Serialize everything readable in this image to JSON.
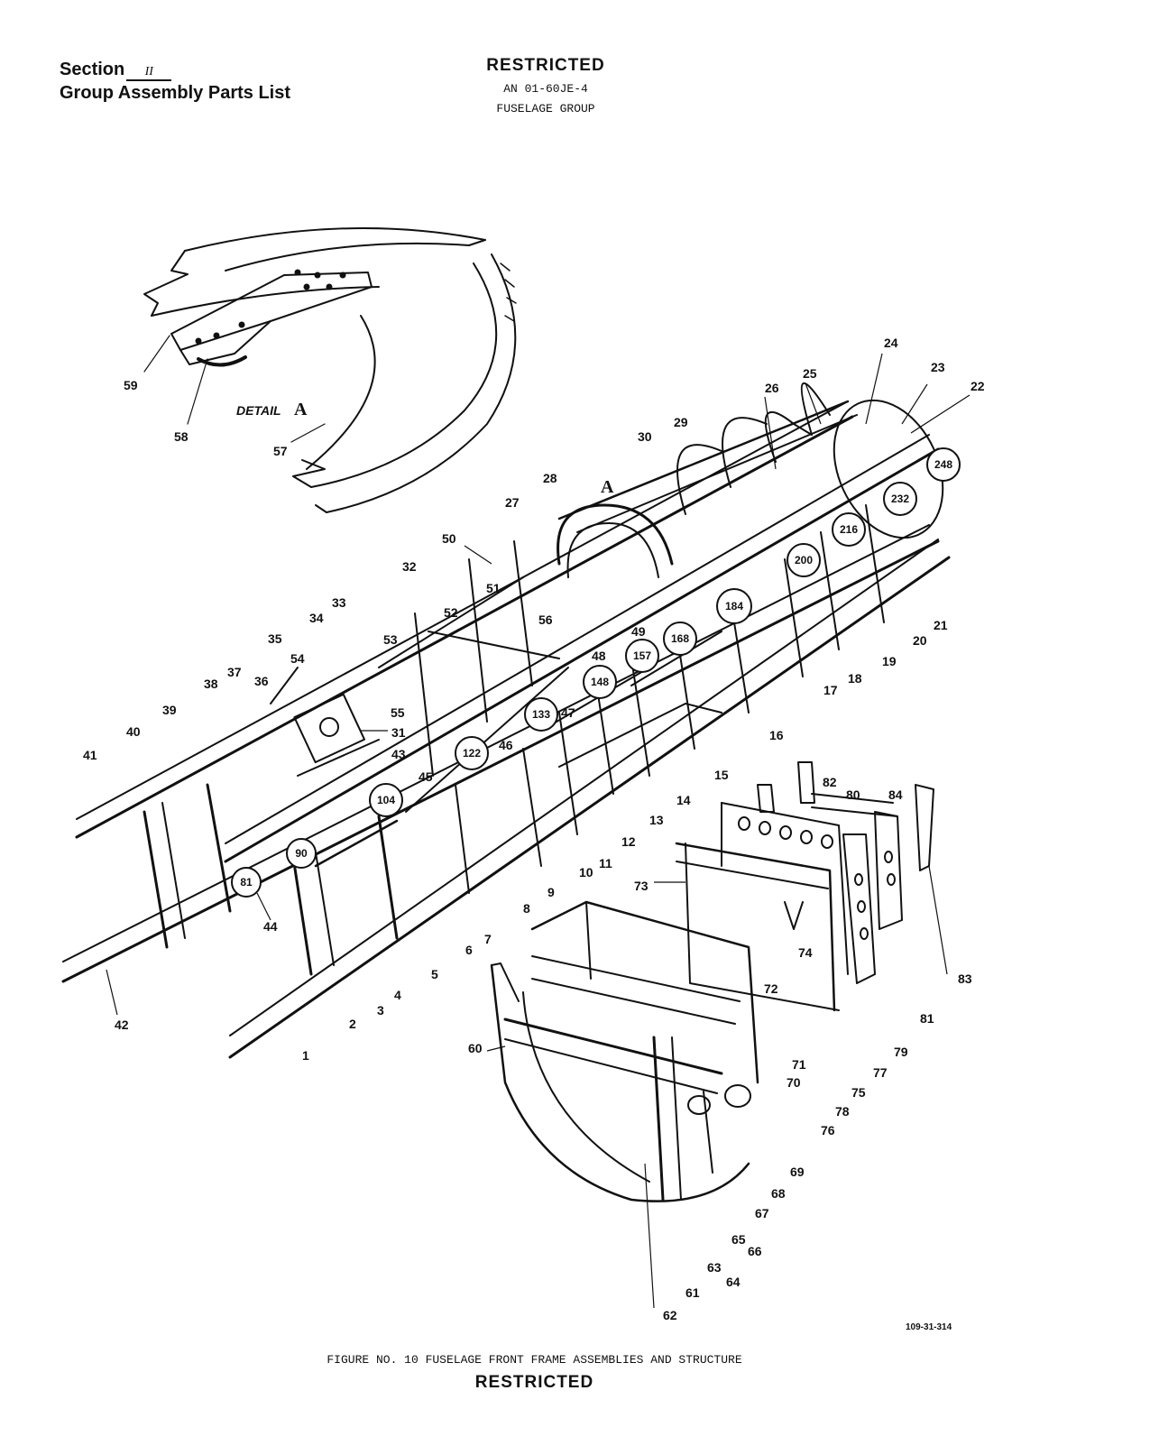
{
  "header": {
    "section_label": "Section",
    "section_value": "II",
    "subtitle": "Group Assembly Parts List",
    "classification": "RESTRICTED",
    "document_number": "AN 01-60JE-4",
    "group_name": "FUSELAGE GROUP"
  },
  "detail": {
    "label": "DETAIL",
    "letter": "A",
    "marker": "A"
  },
  "callouts": [
    "81",
    "90",
    "104",
    "122",
    "133",
    "148",
    "157",
    "168",
    "184",
    "200",
    "216",
    "232",
    "248"
  ],
  "part_numbers": [
    "1",
    "2",
    "3",
    "4",
    "5",
    "6",
    "7",
    "8",
    "9",
    "10",
    "11",
    "12",
    "13",
    "14",
    "15",
    "16",
    "17",
    "18",
    "19",
    "20",
    "21",
    "22",
    "23",
    "24",
    "25",
    "26",
    "27",
    "28",
    "29",
    "30",
    "31",
    "32",
    "33",
    "34",
    "35",
    "36",
    "37",
    "38",
    "39",
    "40",
    "41",
    "42",
    "43",
    "44",
    "45",
    "46",
    "47",
    "48",
    "49",
    "50",
    "51",
    "52",
    "53",
    "54",
    "55",
    "56",
    "57",
    "58",
    "59",
    "60",
    "61",
    "62",
    "63",
    "64",
    "65",
    "66",
    "67",
    "68",
    "69",
    "70",
    "71",
    "72",
    "73",
    "74",
    "75",
    "76",
    "77",
    "78",
    "79",
    "80",
    "81",
    "82",
    "83",
    "84"
  ],
  "drawing_code": "109-31-314",
  "footer": {
    "caption": "FIGURE NO. 10  FUSELAGE FRONT FRAME ASSEMBLIES AND STRUCTURE",
    "classification": "RESTRICTED"
  }
}
